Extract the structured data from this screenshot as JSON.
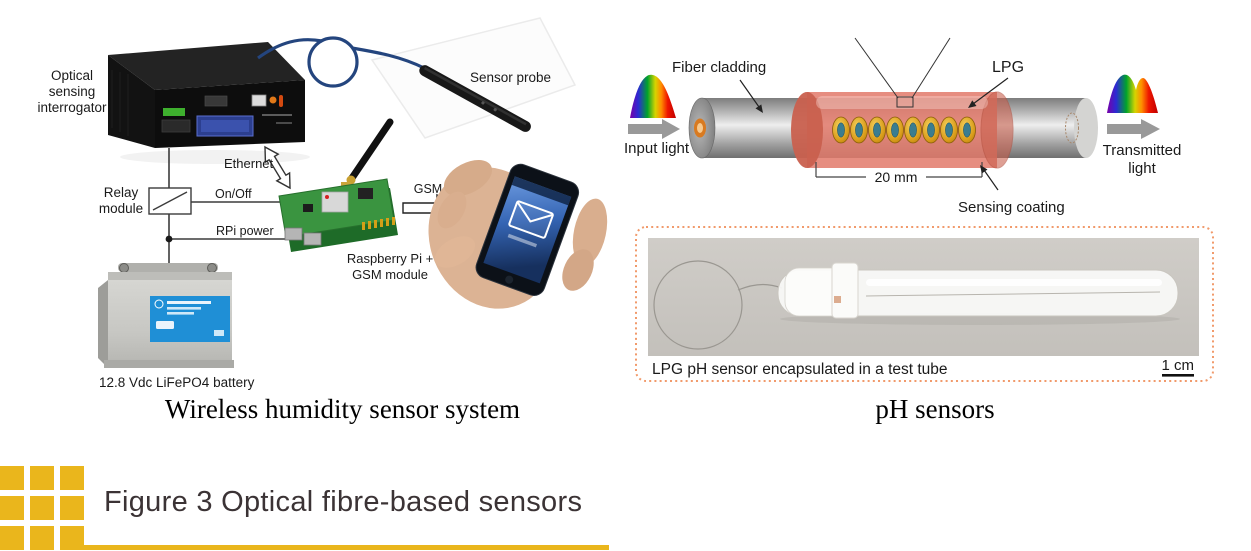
{
  "left": {
    "interrogator": [
      "Optical",
      "sensing",
      "interrogator"
    ],
    "sensor_probe": "Sensor probe",
    "ethernet": "Ethernet",
    "relay": [
      "Relay",
      "module"
    ],
    "on_off": "On/Off",
    "rpi_power": "RPi power",
    "gsm": "GSM",
    "raspberry": [
      "Raspberry Pi +",
      "GSM module"
    ],
    "battery": "12.8 Vdc LiFePO4 battery",
    "caption": "Wireless humidity sensor system"
  },
  "right": {
    "fiber_cladding": "Fiber cladding",
    "lpg": "LPG",
    "input_light": "Input light",
    "transmitted": [
      "Transmitted",
      "light"
    ],
    "length": "20 mm",
    "sensing_coating": "Sensing coating",
    "photo_caption": "LPG pH sensor encapsulated in a test tube",
    "scale": "1 cm",
    "caption": "pH sensors"
  },
  "footer": {
    "caption": "Figure 3 Optical fibre-based sensors"
  },
  "colors": {
    "gold": "#eab61c",
    "coating": "#e2796a",
    "dotted_border": "#f19a6b",
    "fiber_core": "#d97a20"
  }
}
